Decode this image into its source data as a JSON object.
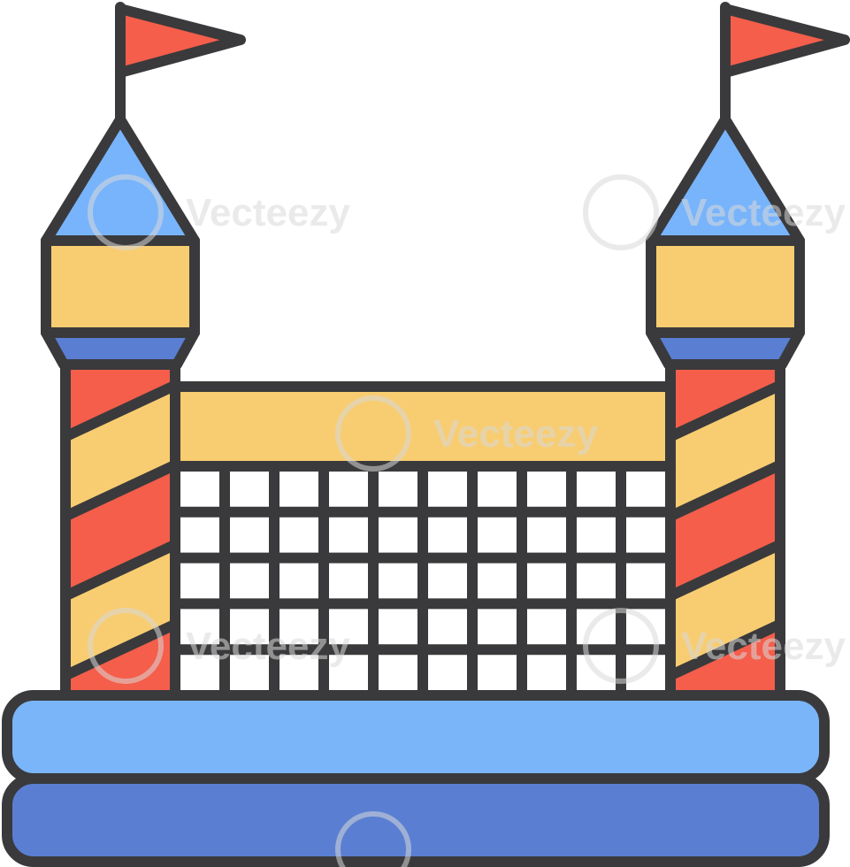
{
  "illustration": {
    "subject": "bounce-house-castle",
    "colors": {
      "outline": "#3a3a3c",
      "flag_red": "#f45e4b",
      "roof_blue": "#78b4fb",
      "band_yellow": "#f8cd71",
      "collar_blue": "#5a7fd2",
      "stripe_red": "#f45e4b",
      "stripe_yellow": "#f8cd71",
      "wall_yellow": "#f8cd71",
      "net_white": "#ffffff",
      "base_top_blue": "#7ab5fa",
      "base_bottom_blue": "#5a7fd2",
      "watermark": "#d9d9d9"
    },
    "net": {
      "columns": 10,
      "rows": 5
    }
  },
  "watermark": {
    "brand": "Vecteezy"
  }
}
